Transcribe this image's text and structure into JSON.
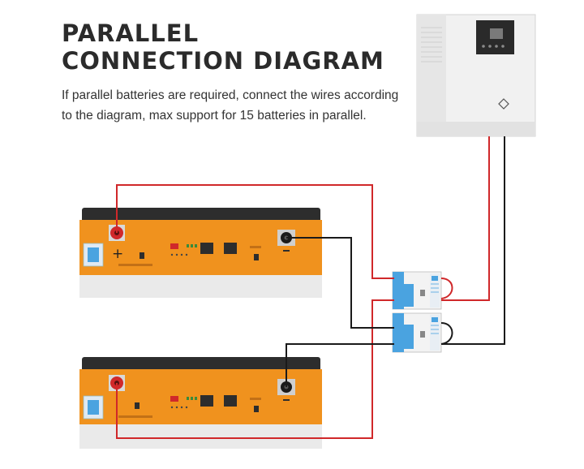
{
  "header": {
    "title_line1": "PARALLEL",
    "title_line2": "CONNECTION DIAGRAM",
    "description": "If parallel batteries are required, connect the wires according to the diagram, max support for 15 batteries in parallel."
  },
  "battery_1": {
    "plus_label": "+"
  },
  "colors": {
    "positive_wire": "#d0282a",
    "negative_wire": "#1a1a1a",
    "battery_body": "#f0921e",
    "battery_top": "#2d2d2d",
    "breaker": "#4aa3e0"
  },
  "icons": [
    "inverter-device",
    "battery-module",
    "circuit-breaker",
    "positive-terminal",
    "negative-terminal"
  ]
}
